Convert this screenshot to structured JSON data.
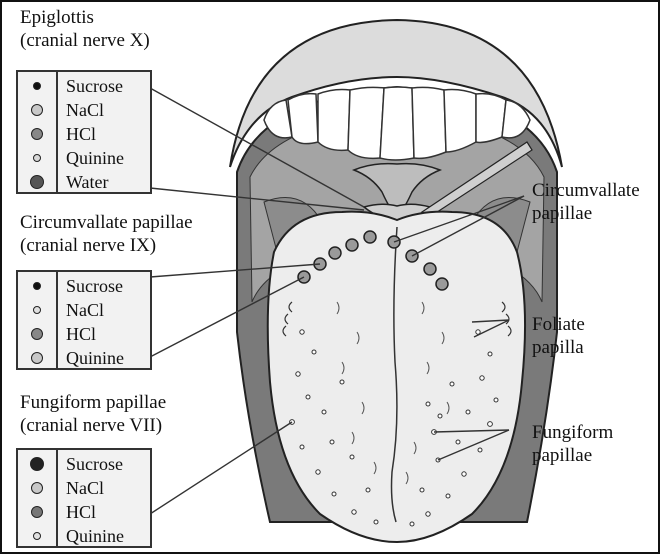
{
  "labels": {
    "epiglottis_title": "Epiglottis",
    "epiglottis_nerve": "(cranial nerve X)",
    "circ_title": "Circumvallate papillae",
    "circ_nerve": "(cranial nerve IX)",
    "fungi_title": "Fungiform papillae",
    "fungi_nerve": "(cranial nerve VII)",
    "right_circ_1": "Circumvallate",
    "right_circ_2": "papillae",
    "right_foliate_1": "Foliate",
    "right_foliate_2": "papilla",
    "right_fungi_1": "Fungiform",
    "right_fungi_2": "papillae"
  },
  "legends": {
    "epiglottis": [
      {
        "label": "Sucrose",
        "size": "small",
        "color": "#111111"
      },
      {
        "label": "NaCl",
        "size": "medium",
        "color": "#c8c8c8"
      },
      {
        "label": "HCl",
        "size": "medium",
        "color": "#888888"
      },
      {
        "label": "Quinine",
        "size": "small",
        "color": "#d8d8d8"
      },
      {
        "label": "Water",
        "size": "large",
        "color": "#555555"
      }
    ],
    "circumvallate": [
      {
        "label": "Sucrose",
        "size": "small",
        "color": "#111111"
      },
      {
        "label": "NaCl",
        "size": "small",
        "color": "#e0e0e0"
      },
      {
        "label": "HCl",
        "size": "medium",
        "color": "#888888"
      },
      {
        "label": "Quinine",
        "size": "medium",
        "color": "#c8c8c8"
      }
    ],
    "fungiform": [
      {
        "label": "Sucrose",
        "size": "large",
        "color": "#222222"
      },
      {
        "label": "NaCl",
        "size": "medium",
        "color": "#c8c8c8"
      },
      {
        "label": "HCl",
        "size": "medium",
        "color": "#777777"
      },
      {
        "label": "Quinine",
        "size": "small",
        "color": "#e0e0e0"
      }
    ]
  },
  "colors": {
    "outline": "#222222",
    "tongue": "#ececec",
    "mouth_dark": "#6e6e6e",
    "mouth_mid": "#a8a8a8",
    "teeth": "#ffffff",
    "lip": "#d6d6d6"
  }
}
